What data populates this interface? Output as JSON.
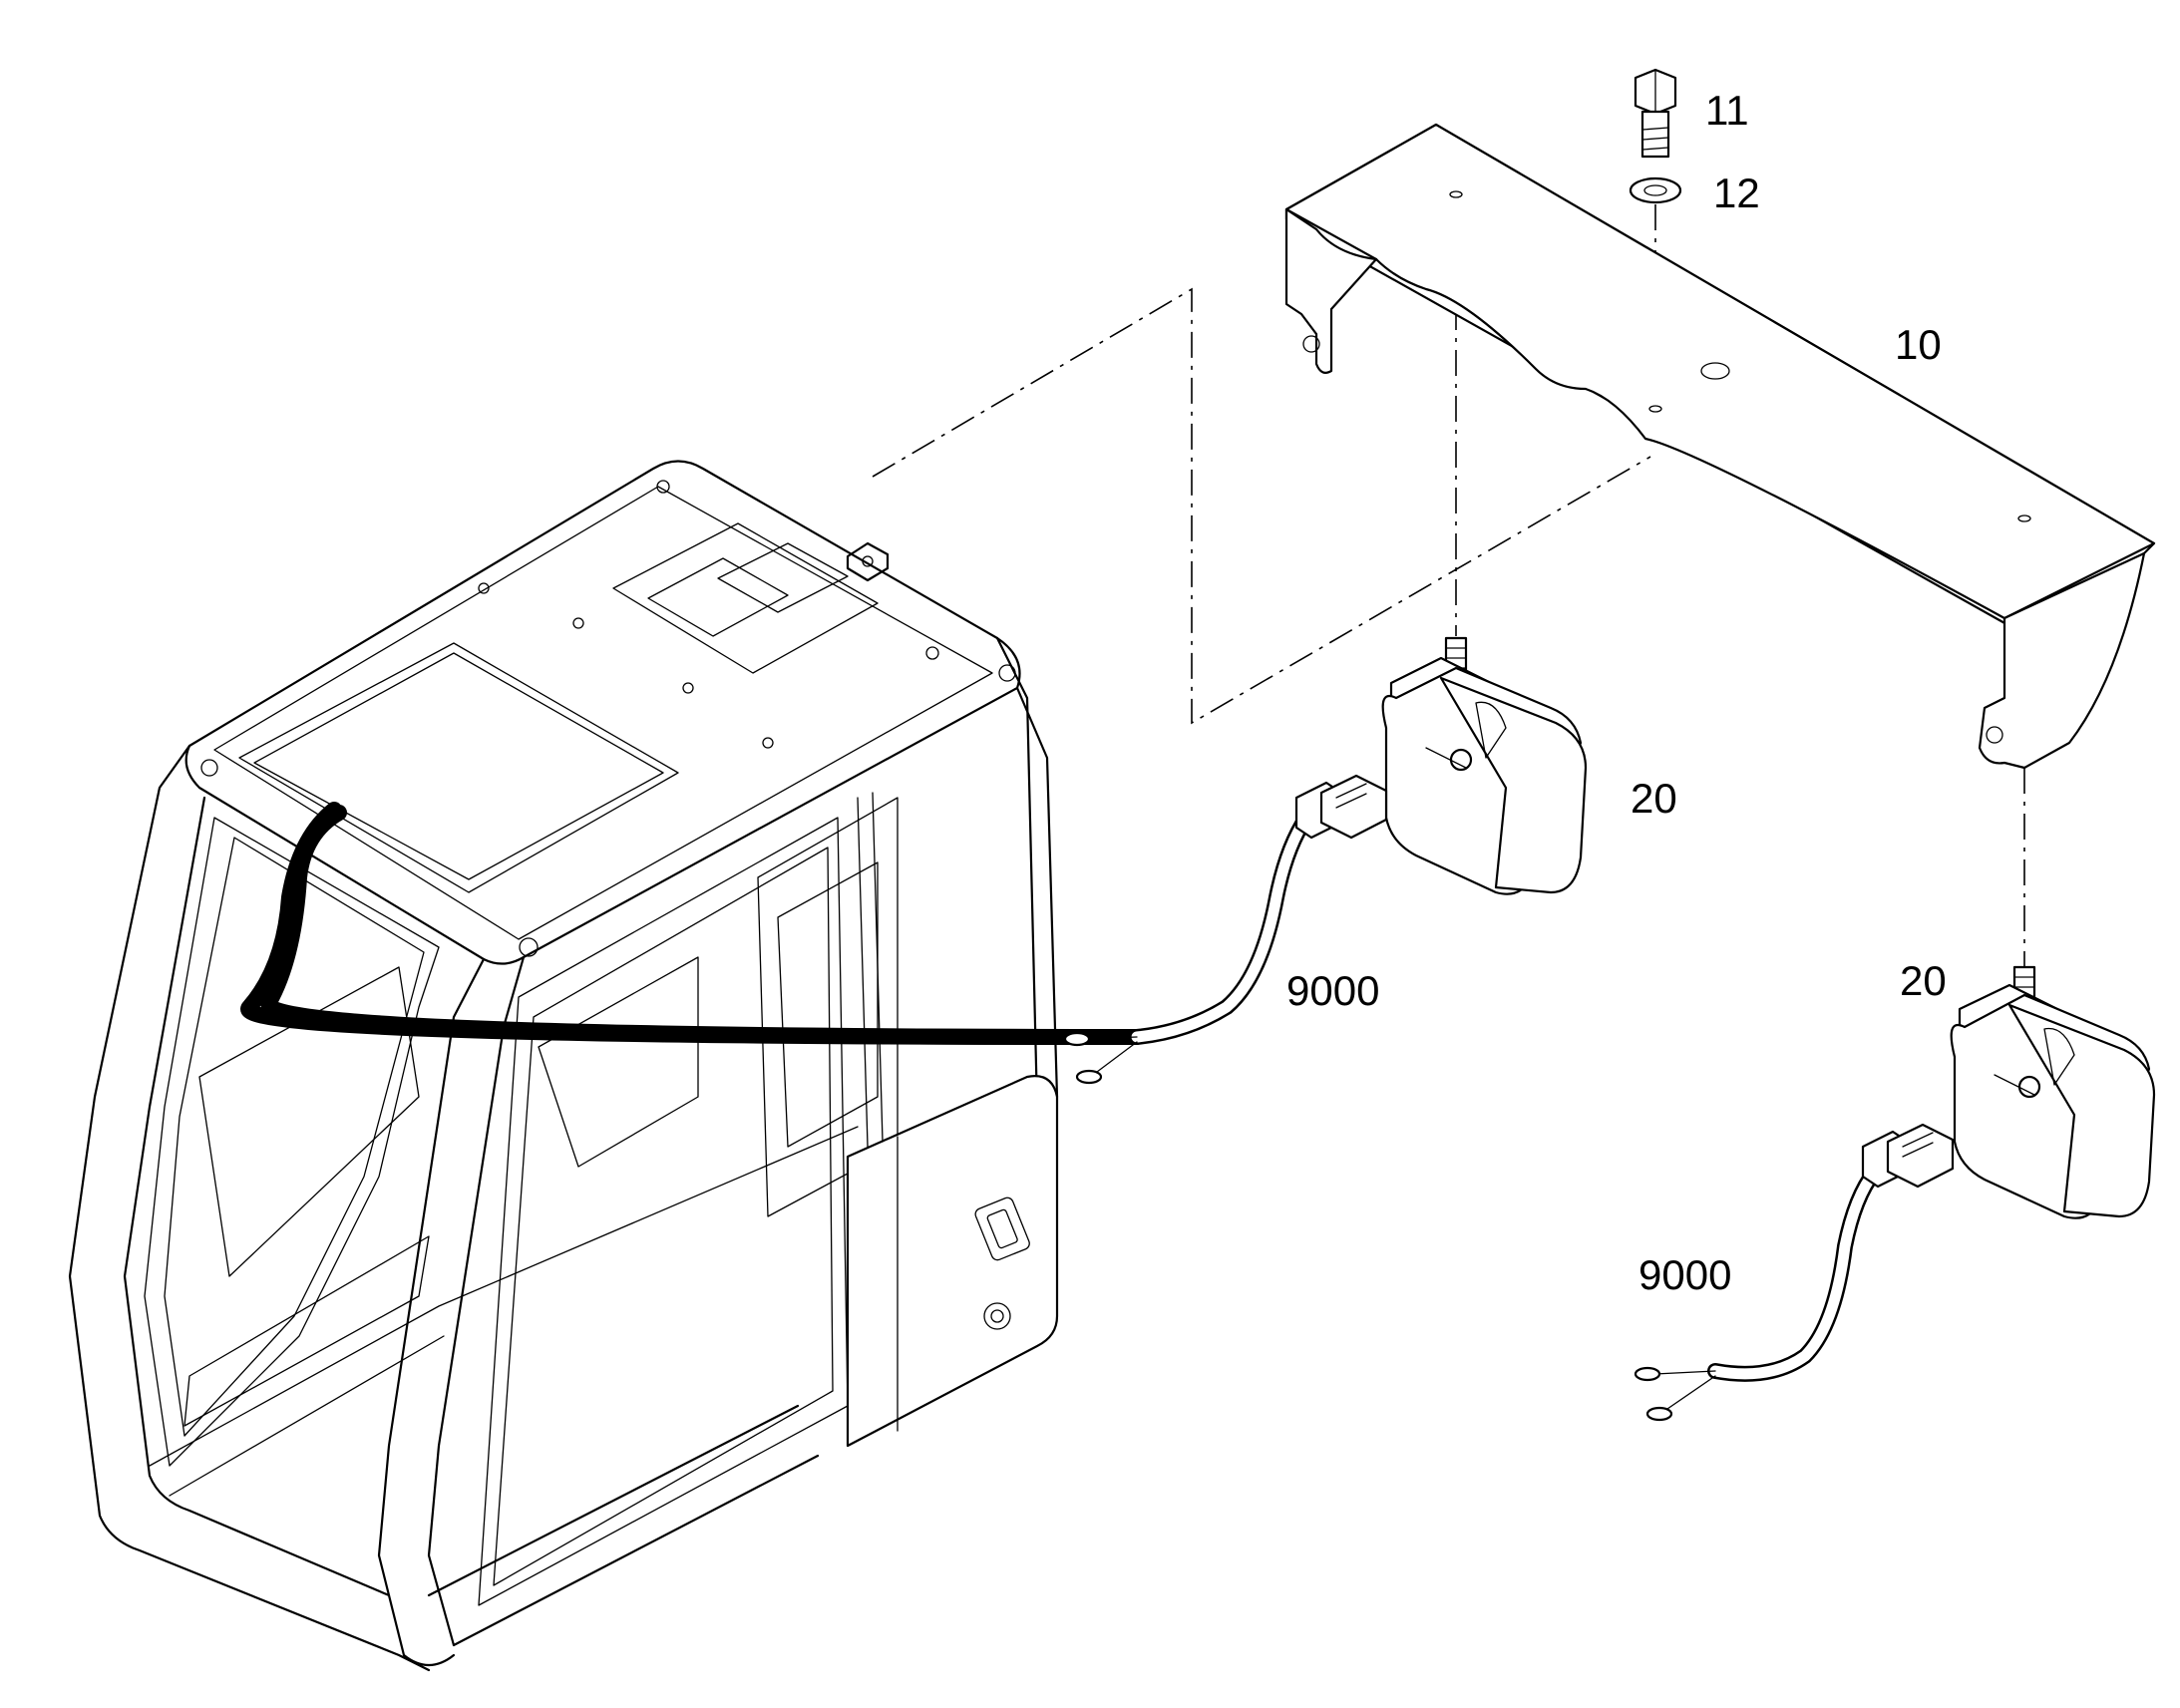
{
  "callouts": {
    "bolt": "11",
    "washer": "12",
    "bracket": "10",
    "lamp_upper": "20",
    "lamp_lower": "20",
    "harness_upper": "9000",
    "harness_lower": "9000"
  }
}
